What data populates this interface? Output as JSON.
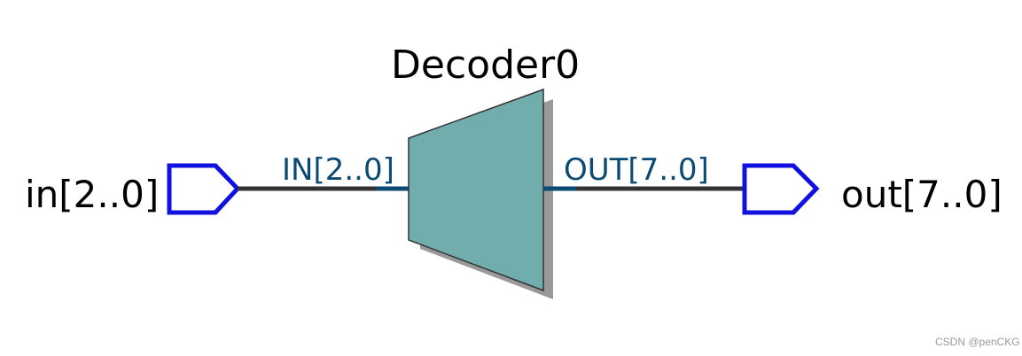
{
  "diagram": {
    "block": {
      "name": "Decoder0",
      "input_pin": "IN[2..0]",
      "output_pin": "OUT[7..0]",
      "fill_color": "#72adad"
    },
    "input_port": {
      "label": "in[2..0]",
      "color": "#1010e0"
    },
    "output_port": {
      "label": "out[7..0]",
      "color": "#1010e0"
    },
    "wire_color": "#333333",
    "pin_stub_color": "#0b4a73"
  },
  "watermark": "CSDN @penCKG"
}
